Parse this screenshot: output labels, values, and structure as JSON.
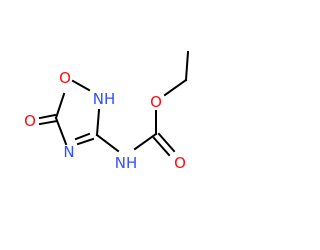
{
  "molecule": {
    "atoms": {
      "carbonyl_o_left": {
        "label": "O",
        "color": "#ff0d0d"
      },
      "ring_o": {
        "label": "O",
        "color": "#ff0d0d"
      },
      "ring_nh": {
        "label": "NH",
        "color": "#3050f8"
      },
      "ring_n": {
        "label": "N",
        "color": "#3050f8"
      },
      "amide_nh": {
        "label": "NH",
        "color": "#3050f8"
      },
      "ester_o": {
        "label": "O",
        "color": "#ff0d0d"
      },
      "carbonyl_o_right": {
        "label": "O",
        "color": "#ff0d0d"
      }
    },
    "bond_color": "#000000"
  }
}
